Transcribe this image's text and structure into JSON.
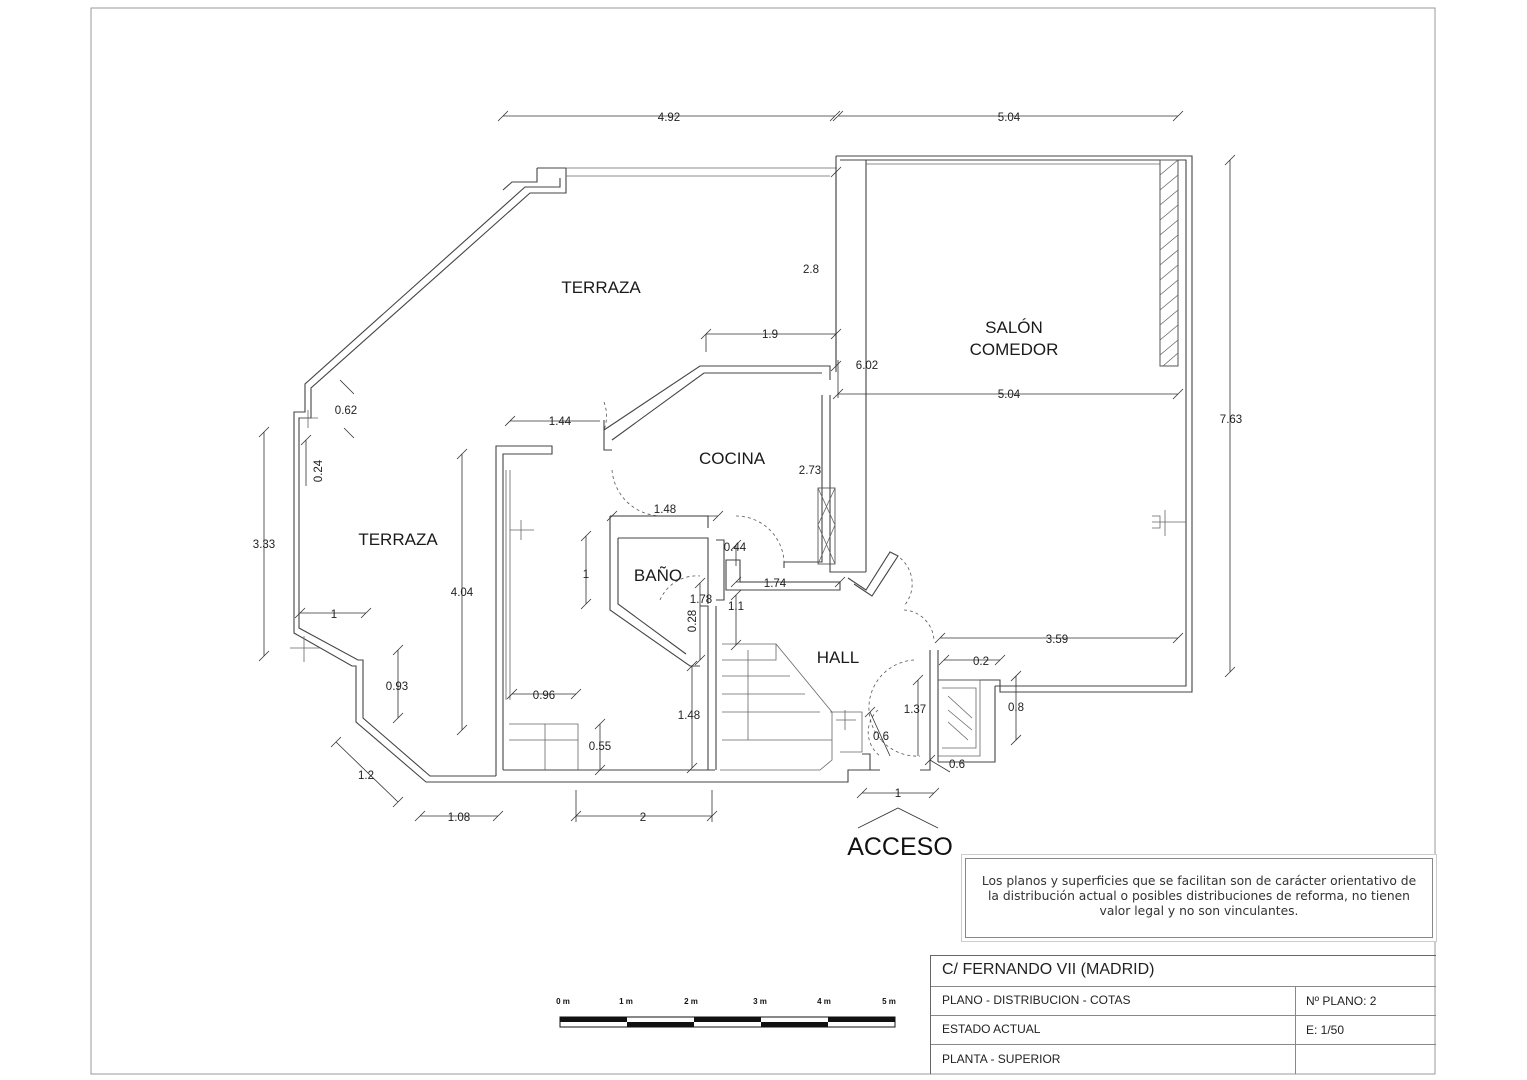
{
  "rooms": {
    "terraza_top": "TERRAZA",
    "terraza_left": "TERRAZA",
    "salon_line1": "SALÓN",
    "salon_line2": "COMEDOR",
    "cocina": "COCINA",
    "bano": "BAÑO",
    "hall": "HALL"
  },
  "dimensions": {
    "top_left": "4.92",
    "top_right": "5.04",
    "terraza_vert": "2.8",
    "cocina_top": "1.9",
    "salon_vert": "6.02",
    "salon_width": "5.04",
    "overall_height": "7.63",
    "corner_062": "0.62",
    "corner_024": "0.24",
    "door_144": "1.44",
    "terraza_height": "3.33",
    "terraza_inner": "4.04",
    "cocina_vert": "2.73",
    "bano_width": "1.48",
    "door_044": "0.44",
    "bano_vert": "1",
    "terraza_1": "1",
    "hall_174": "1.74",
    "hall_178": "1.78",
    "hall_11": "1.1",
    "bano_028": "0.28",
    "hall_359": "3.59",
    "dim_02": "0.2",
    "dim_093": "0.93",
    "dim_096": "0.96",
    "dim_148_lower": "1.48",
    "dim_137": "1.37",
    "dim_08": "0.8",
    "dim_055": "0.55",
    "dim_06a": "0.6",
    "dim_06b": "0.6",
    "dim_12": "1.2",
    "dim_108": "1.08",
    "dim_2": "2",
    "dim_1_access": "1"
  },
  "access_label": "ACCESO",
  "note": {
    "line1": "Los planos y superficies que se facilitan son de carácter orientativo de",
    "line2": "la distribución actual o posibles distribuciones de reforma, no tienen",
    "line3": "valor legal y no son vinculantes."
  },
  "scale_bar": [
    "0 m",
    "1 m",
    "2 m",
    "3 m",
    "4 m",
    "5 m"
  ],
  "title_block": {
    "address": "C/  FERNANDO VII   (MADRID)",
    "plan": "PLANO   -  DISTRIBUCION - COTAS",
    "plan_number": "Nº PLANO:  2",
    "state": "ESTADO  ACTUAL",
    "scale": "E: 1/50",
    "floor": "PLANTA - SUPERIOR"
  }
}
